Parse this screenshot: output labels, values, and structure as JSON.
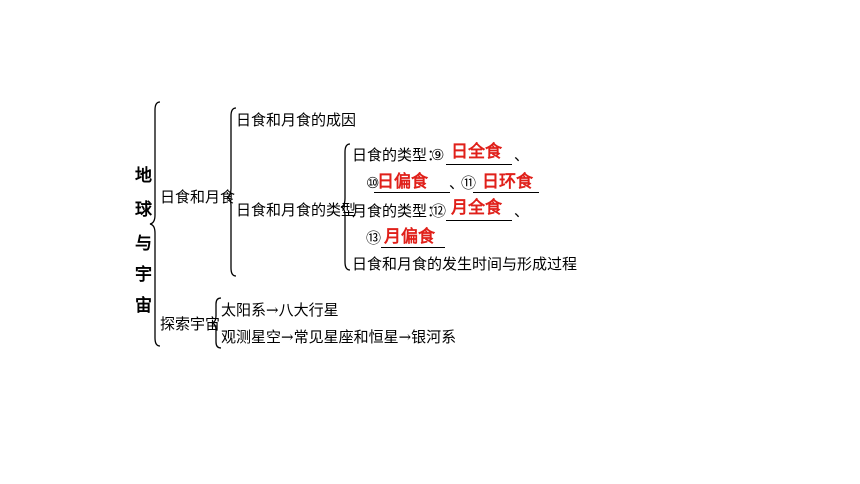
{
  "root": {
    "chars": [
      "地",
      "球",
      "与",
      "宇",
      "宙"
    ]
  },
  "level1": {
    "eclipse": "日食和月食",
    "explore": "探索宇宙"
  },
  "eclipse_branch": {
    "cause": "日食和月食的成因",
    "types": "日食和月食的类型",
    "sun_types_label": "日食的类型：",
    "moon_types_label": "月食的类型：",
    "timing": "日食和月食的发生时间与形成过程",
    "marker_9": "⑨",
    "marker_10": "⑩",
    "marker_11": "⑪",
    "marker_12": "⑫",
    "marker_13": "⑬",
    "sep": "、",
    "answer_9": "日全食",
    "answer_10": "日偏食",
    "answer_11": "日环食",
    "answer_12": "月全食",
    "answer_13": "月偏食"
  },
  "explore_branch": {
    "line1": "太阳系→八大行星",
    "line2": "观测星空→常见星座和恒星→银河系"
  },
  "colors": {
    "answer": "#e0201a",
    "text": "#000000"
  }
}
